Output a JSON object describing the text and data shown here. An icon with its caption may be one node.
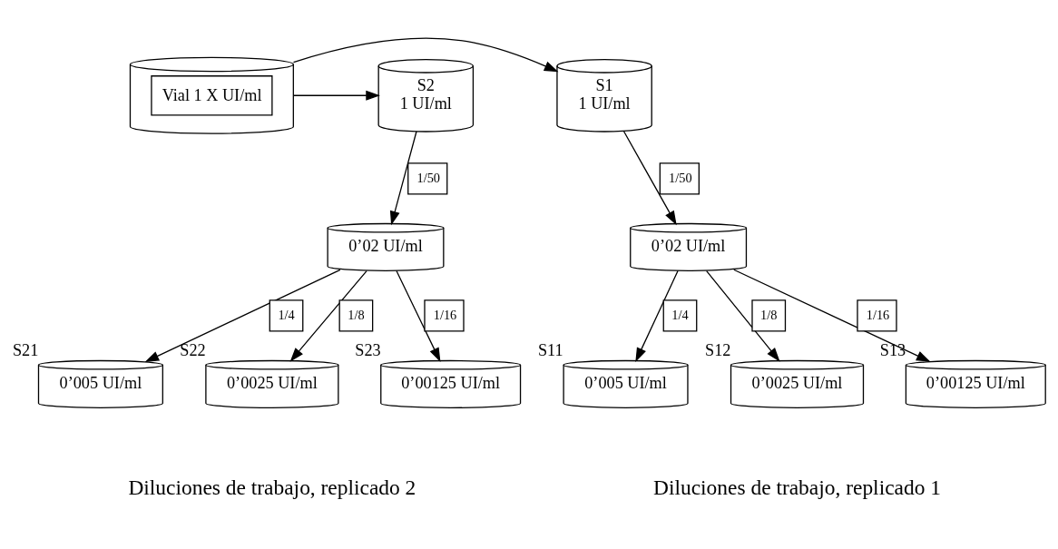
{
  "diagram": {
    "nodes": [
      {
        "text": [
          "Vial 1 X UI/ml"
        ]
      },
      {
        "text": [
          "S1",
          "1 UI/ml"
        ]
      },
      {
        "text": [
          "S2",
          "1 UI/ml"
        ]
      },
      {
        "text": [
          "0’02 UI/ml"
        ]
      },
      {
        "text": [
          "0’02 UI/ml"
        ]
      },
      {
        "text": [
          "0’005 UI/ml"
        ],
        "beside": [
          "S11"
        ]
      },
      {
        "text": [
          "0’0025 UI/ml"
        ],
        "beside": [
          "S12"
        ]
      },
      {
        "text": [
          "0’00125 UI/ml"
        ],
        "beside": [
          "S13"
        ]
      },
      {
        "text": [
          "0’005 UI/ml"
        ],
        "beside": [
          "S21"
        ]
      },
      {
        "text": [
          "0’0025 UI/ml"
        ],
        "beside": [
          "S22"
        ]
      },
      {
        "text": [
          "0’00125 UI/ml"
        ],
        "beside": [
          "S23"
        ]
      }
    ],
    "edges": [
      {
        "from": 0,
        "to": 1,
        "arrow": "to"
      },
      {
        "from": 0,
        "to": 2,
        "arrow": "to"
      },
      {
        "from": 1,
        "to": 3,
        "arrow": "to",
        "label": "1/50"
      },
      {
        "from": 2,
        "to": 4,
        "arrow": "to",
        "label": "1/50"
      },
      {
        "from": 3,
        "to": 5,
        "arrow": "to",
        "label": "1/4"
      },
      {
        "from": 3,
        "to": 6,
        "arrow": "to",
        "label": "1/8"
      },
      {
        "from": 3,
        "to": 7,
        "arrow": "to",
        "label": "1/16"
      },
      {
        "from": 4,
        "to": 8,
        "arrow": "to",
        "label": "1/4"
      },
      {
        "from": 4,
        "to": 9,
        "arrow": "to",
        "label": "1/8"
      },
      {
        "from": 4,
        "to": 10,
        "arrow": "to",
        "label": "1/16"
      }
    ],
    "labels": [
      "Diluciones de trabajo, replicado 1",
      "Diluciones de trabajo, replicado 2"
    ]
  }
}
